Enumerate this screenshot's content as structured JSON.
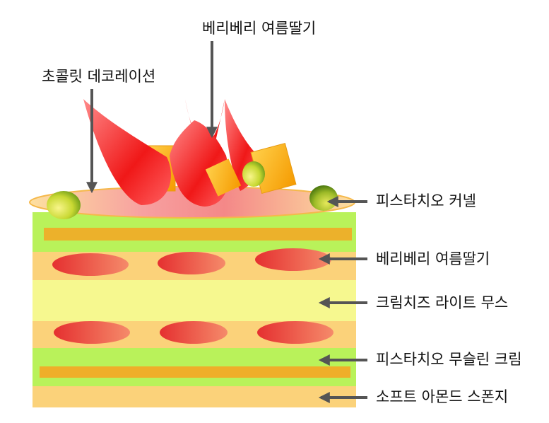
{
  "diagram": {
    "labels": {
      "top_strawberry": "베리베리 여름딸기",
      "chocolate": "초콜릿 데코레이션",
      "pistachio_kernel": "피스타치오 커넬",
      "mid_strawberry": "베리베리 여름딸기",
      "cheese_mousse": "크림치즈 라이트 무스",
      "pistachio_cream": "피스타치오 무슬린 크림",
      "almond_sponge": "소프트 아몬드 스폰지"
    },
    "colors": {
      "sponge": "#fbd27a",
      "pistachio_layer": "#b9f25a",
      "mousse": "#f6f88f",
      "orange_strip": "#f5a623",
      "strawberry": "#ef4646",
      "arrow": "#555555"
    }
  }
}
